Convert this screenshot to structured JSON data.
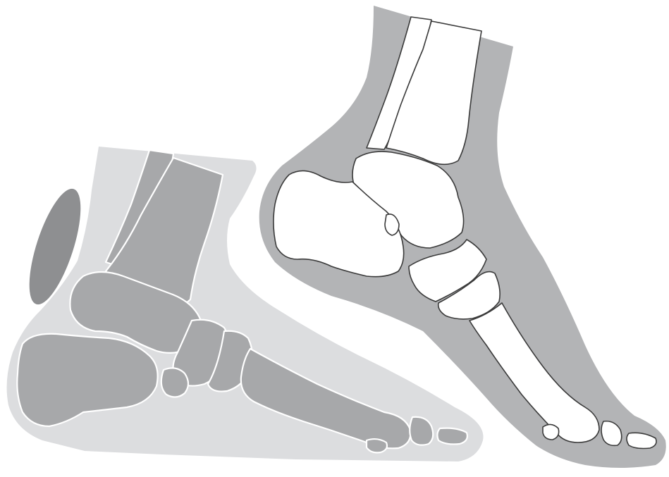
{
  "figure": {
    "panels": [
      {
        "id": "foot-left",
        "view": "medial",
        "style": "grey-bones-white-outline"
      },
      {
        "id": "foot-right",
        "view": "lateral",
        "style": "white-bones-dark-outline"
      }
    ],
    "colors": {
      "background": "#ffffff",
      "left_soft_tissue": "#dcdddf",
      "left_bone_fill": "#a7a8aa",
      "left_bone_outline": "#ffffff",
      "left_pad": "#8e8f91",
      "right_soft_tissue": "#b3b4b6",
      "right_bone_fill": "#ffffff",
      "right_bone_outline": "#3a3a3a"
    }
  }
}
